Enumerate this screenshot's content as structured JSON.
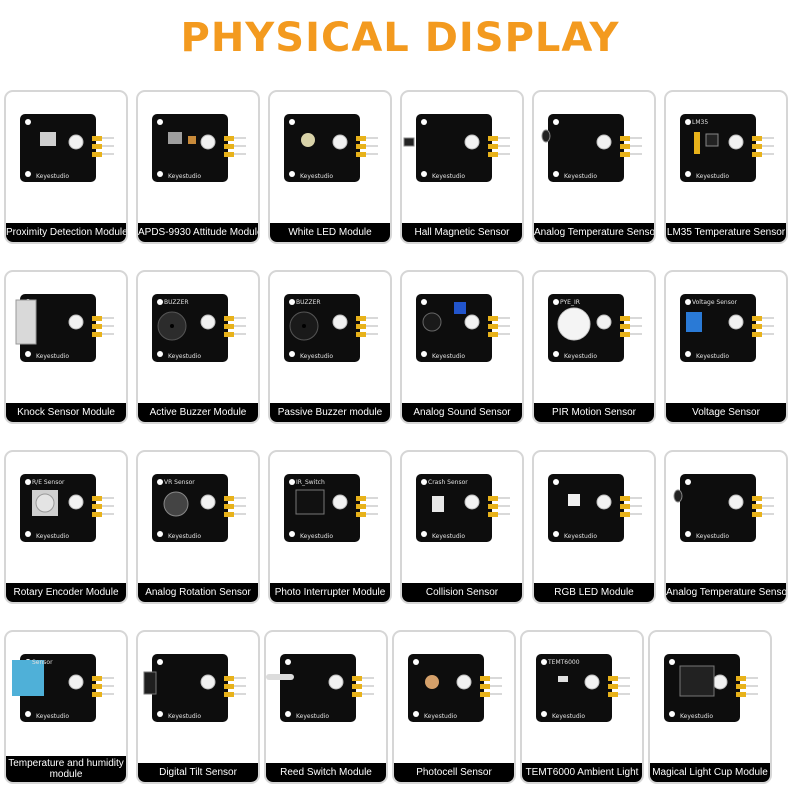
{
  "page": {
    "title": "PHYSICAL DISPLAY"
  },
  "board_brand": "Keyestudio",
  "modules": [
    {
      "label": "Proximity Detection Module",
      "board_text": "",
      "component": "ic"
    },
    {
      "label": "APDS-9930 Attitude Module",
      "board_text": "",
      "component": "chip"
    },
    {
      "label": "White LED Module",
      "board_text": "",
      "component": "led-white"
    },
    {
      "label": "Hall Magnetic Sensor",
      "board_text": "",
      "component": "hall"
    },
    {
      "label": "Analog Temperature Sensor",
      "board_text": "",
      "component": "thermistor"
    },
    {
      "label": "LM35 Temperature Sensor",
      "board_text": "LM35",
      "component": "lm35"
    },
    {
      "label": "Knock Sensor Module",
      "board_text": "",
      "component": "tube"
    },
    {
      "label": "Active Buzzer Module",
      "board_text": "BUZZER",
      "component": "buzzer-active"
    },
    {
      "label": "Passive Buzzer module",
      "board_text": "BUZZER",
      "component": "buzzer"
    },
    {
      "label": "Analog Sound Sensor",
      "board_text": "",
      "component": "mic"
    },
    {
      "label": "PIR Motion Sensor",
      "board_text": "PYE_IR",
      "component": "pir"
    },
    {
      "label": "Voltage Sensor",
      "board_text": "Voltage Sensor",
      "component": "terminal"
    },
    {
      "label": "Rotary Encoder Module",
      "board_text": "R/E Sensor",
      "component": "encoder"
    },
    {
      "label": "Analog Rotation Sensor",
      "board_text": "VR Sensor",
      "component": "pot"
    },
    {
      "label": "Photo Interrupter Module",
      "board_text": "IR_Switch",
      "component": "interrupter"
    },
    {
      "label": "Collision Sensor",
      "board_text": "Crash Sensor",
      "component": "switch"
    },
    {
      "label": "RGB LED Module",
      "board_text": "",
      "component": "rgb"
    },
    {
      "label": "Analog Temperature Sensor",
      "board_text": "",
      "component": "thermistor2"
    },
    {
      "label": "Temperature and humidity module",
      "board_text": "Sensor",
      "component": "dht"
    },
    {
      "label": "Digital Tilt Sensor",
      "board_text": "",
      "component": "tilt"
    },
    {
      "label": "Reed Switch Module",
      "board_text": "",
      "component": "reed"
    },
    {
      "label": "Photocell Sensor",
      "board_text": "",
      "component": "photocell"
    },
    {
      "label": "TEMT6000 Ambient Light",
      "board_text": "TEMT6000",
      "component": "temt"
    },
    {
      "label": "Magical Light Cup Module",
      "board_text": "",
      "component": "cup"
    }
  ],
  "colors": {
    "title": "#f39a1f",
    "board": "#0d0d0d",
    "pins": "#e8b21a",
    "label_bg": "#000000"
  }
}
